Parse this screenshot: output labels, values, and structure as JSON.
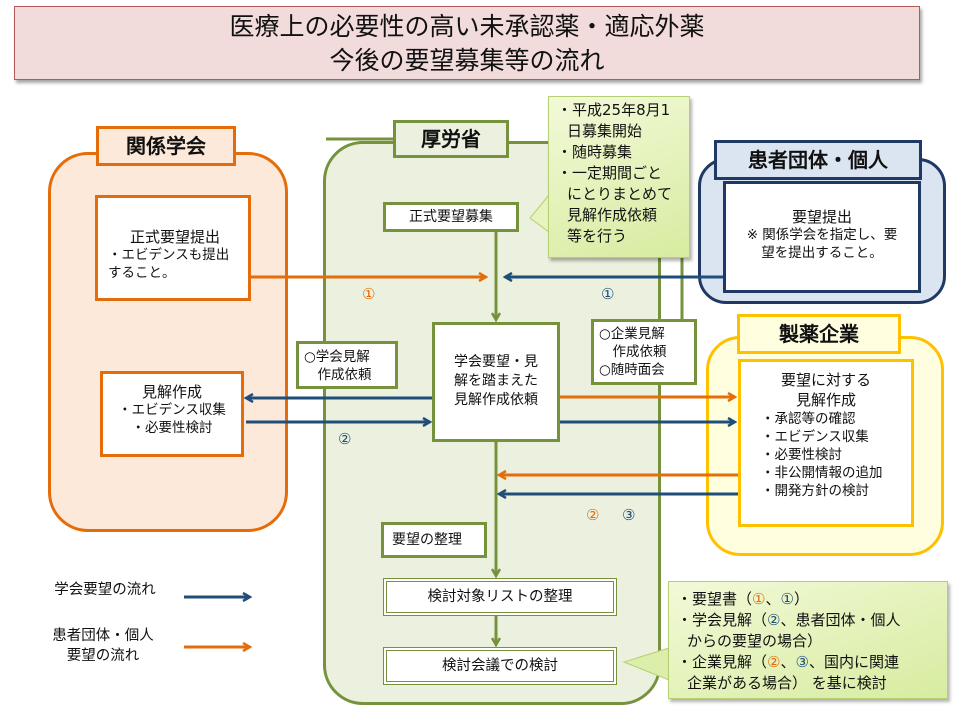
{
  "title": {
    "line1": "医療上の必要性の高い未承認薬・適応外薬",
    "line2": "今後の要望募集等の流れ"
  },
  "colors": {
    "society_flow": "#1f4e79",
    "patient_flow": "#e46c0a",
    "mhlw_green": "#76923c",
    "pharma_yellow": "#ffc000",
    "patient_navy": "#1f3864"
  },
  "society": {
    "header": "関係学会",
    "submit_box": {
      "title": "正式要望提出",
      "note1": "・エビデンスも提出",
      "note2": "すること。"
    },
    "opinion_box": {
      "title": "見解作成",
      "item1": "・エビデンス収集",
      "item2": "・必要性検討"
    }
  },
  "mhlw": {
    "header": "厚労省",
    "formal_recruit": "正式要望募集",
    "request_box": {
      "line1": "学会要望・見",
      "line2": "解を踏まえた",
      "line3": "見解作成依頼"
    },
    "society_request": {
      "line1": "○学会見解",
      "line2": "　作成依頼"
    },
    "company_request": {
      "line1": "○企業見解",
      "line2": "　作成依頼",
      "line3": "○随時面会"
    },
    "organize": "要望の整理",
    "list": "検討対象リストの整理",
    "meeting": "検討会議での検討"
  },
  "callout_top": {
    "line1": "・平成25年8月1",
    "line2": "日募集開始",
    "line3": "・随時募集",
    "line4": "・一定期間ごと",
    "line5": "にとりまとめて",
    "line6": "見解作成依頼",
    "line7": "等を行う"
  },
  "patient": {
    "header": "患者団体・個人",
    "submit_box": {
      "title": "要望提出",
      "note1": "※ 関係学会を指定し、要",
      "note2": "望を提出すること。"
    }
  },
  "pharma": {
    "header": "製薬企業",
    "opinion_box": {
      "title1": "要望に対する",
      "title2": "見解作成",
      "items": [
        "・承認等の確認",
        "・エビデンス収集",
        "・必要性検討",
        "・非公開情報の追加",
        "・開発方針の検討"
      ]
    }
  },
  "markers": {
    "m1_orange": "①",
    "m1_blue": "①",
    "m2_blue": "②",
    "m2_orange": "②",
    "m3_blue": "③"
  },
  "callout_bottom": {
    "l1_pre": "・要望書（",
    "l1_a": "①",
    "l1_sep": "、",
    "l1_b": "①",
    "l1_post": "）",
    "l2_pre": "・学会見解（",
    "l2_a": "②",
    "l2_post": "、患者団体・個人",
    "l3": "からの要望の場合）",
    "l4_pre": "・企業見解（",
    "l4_a": "②",
    "l4_sep": "、",
    "l4_b": "③",
    "l4_post": "、国内に関連",
    "l5": "企業がある場合） を基に検討"
  },
  "legend": {
    "society_flow": "学会要望の流れ",
    "patient_flow_line1": "患者団体・個人",
    "patient_flow_line2": "要望の流れ"
  }
}
